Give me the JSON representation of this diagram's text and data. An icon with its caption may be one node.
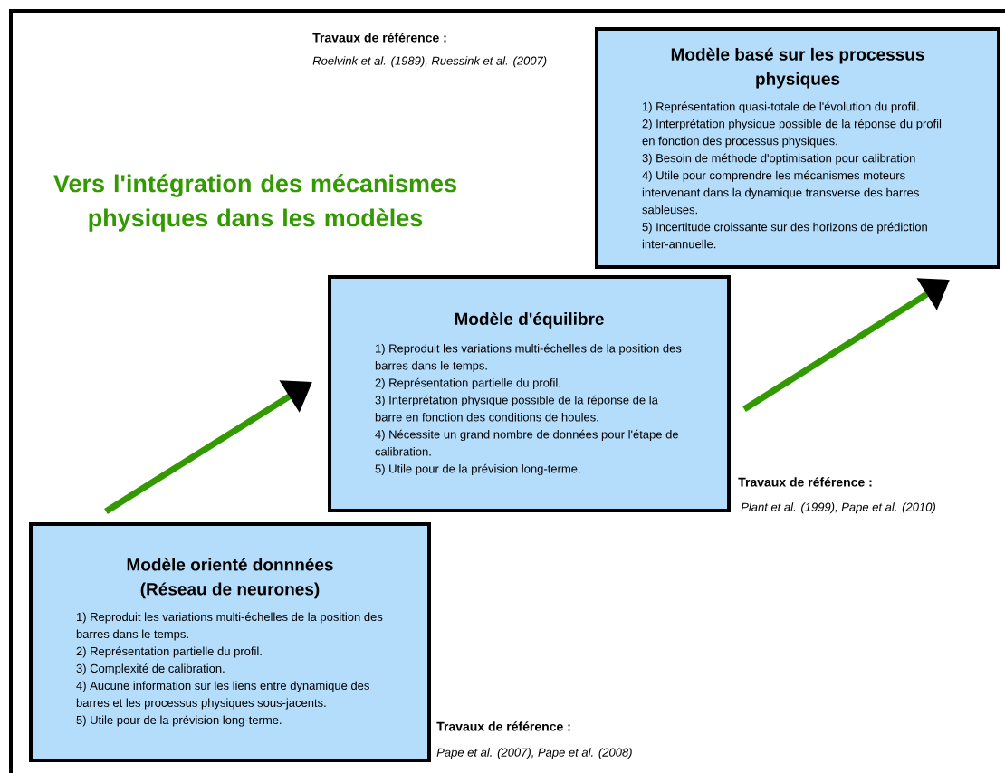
{
  "diagram": {
    "title": "Vers l'intégration des mécanismes physiques dans les modèles",
    "nodes": [
      {
        "text": [
          "Modèle basé sur les processus physiques",
          "1) Représentation quasi-totale de l'évolution du profil.",
          "2) Interprétation physique possible de la réponse du profil en fonction des processus physiques.",
          "3) Besoin de méthode d'optimisation pour calibration",
          "4) Utile pour comprendre les mécanismes moteurs intervenant dans la dynamique transverse des barres sableuses.",
          "5) Incertitude croissante sur des horizons de prédiction inter-annuelle."
        ],
        "beside": [
          "Travaux de référence :",
          "Roelvink et al. (1989), Ruessink et al. (2007)"
        ]
      },
      {
        "text": [
          "Modèle d'équilibre",
          "1) Reproduit les variations multi-échelles de la position des barres dans le temps.",
          "2) Représentation partielle du profil.",
          "3) Interprétation physique possible de la  réponse de la barre en fonction des conditions de houles.",
          "4) Nécessite un grand nombre de données pour l'étape de calibration.",
          "5) Utile pour de la prévision long-terme."
        ],
        "beside": [
          "Travaux de référence :",
          "Plant et al. (1999), Pape et al. (2010)"
        ]
      },
      {
        "text": [
          "Modèle orienté donnnées (Réseau de neurones)",
          "1) Reproduit les variations multi-échelles de la position des barres dans le temps.",
          "2) Représentation partielle du profil.",
          "3) Complexité de calibration.",
          "4) Aucune information sur les liens entre dynamique des barres et les processus physiques sous-jacents.",
          "5) Utile pour de la prévision long-terme."
        ],
        "beside": [
          "Travaux de référence :",
          "Pape et al. (2007), Pape et al. (2008)"
        ]
      }
    ],
    "edges": [
      {
        "from": 2,
        "to": 1,
        "arrow": "to"
      },
      {
        "from": 1,
        "to": 0,
        "arrow": "to"
      }
    ]
  }
}
